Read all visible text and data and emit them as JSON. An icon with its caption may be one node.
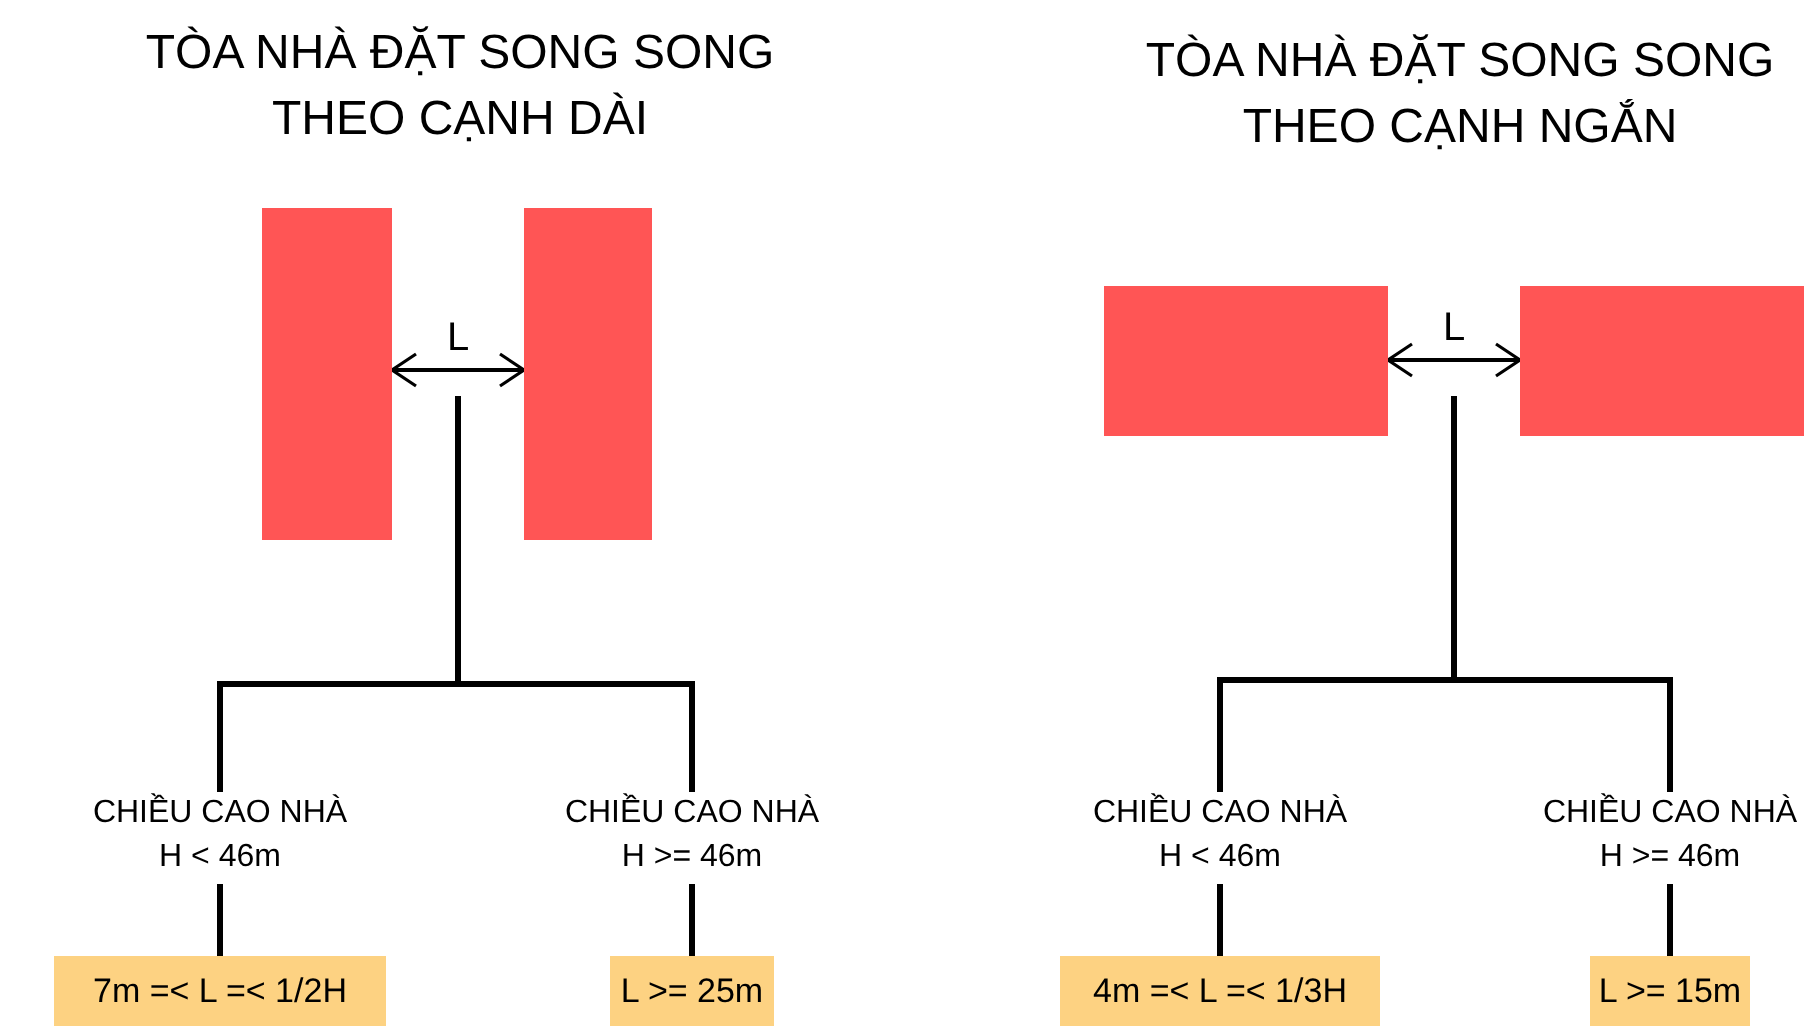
{
  "diagram": {
    "nodes": [
      {
        "text": [],
        "shape": "box"
      },
      {
        "text": [],
        "shape": "box"
      },
      {
        "text": [],
        "shape": "box"
      },
      {
        "text": [],
        "shape": "box"
      },
      {
        "text": [
          "CHIỀU CAO NHÀ",
          "H < 46m"
        ]
      },
      {
        "text": [
          "CHIỀU CAO NHÀ",
          "H >= 46m"
        ]
      },
      {
        "text": [
          "CHIỀU CAO NHÀ",
          "H < 46m"
        ]
      },
      {
        "text": [
          "CHIỀU CAO NHÀ",
          "H >= 46m"
        ]
      },
      {
        "text": [
          "7m =<  L =< 1/2H"
        ]
      },
      {
        "text": [
          "L >= 25m"
        ]
      },
      {
        "text": [
          "4m =<  L =< 1/3H"
        ]
      },
      {
        "text": [
          "L >= 15m"
        ]
      }
    ],
    "edges": [
      {
        "from": null,
        "to": 4,
        "arrow": "none"
      },
      {
        "from": null,
        "to": 5,
        "arrow": "none"
      },
      {
        "from": null,
        "to": 6,
        "arrow": "none"
      },
      {
        "from": null,
        "to": 7,
        "arrow": "none"
      },
      {
        "from": 4,
        "to": 8,
        "arrow": "none"
      },
      {
        "from": 5,
        "to": 9,
        "arrow": "none"
      },
      {
        "from": 6,
        "to": 10,
        "arrow": "none"
      },
      {
        "from": 7,
        "to": 11,
        "arrow": "none"
      },
      {
        "from": 0,
        "to": 1,
        "arrow": "both",
        "label": "L"
      },
      {
        "from": 2,
        "to": 3,
        "arrow": "both",
        "label": "L"
      }
    ],
    "labels": [
      "TÒA NHÀ ĐẶT SONG SONG THEO CẠNH DÀI",
      "TÒA NHÀ ĐẶT SONG SONG THEO CẠNH NGẮN"
    ]
  }
}
